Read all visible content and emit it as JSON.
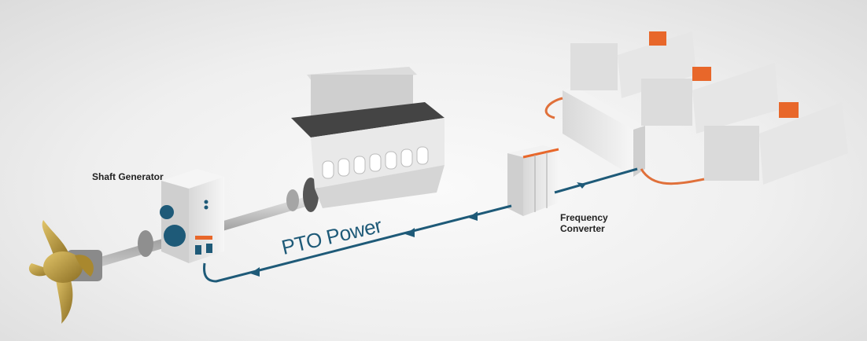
{
  "labels": {
    "shaft_generator": "Shaft Generator",
    "pto_power": "PTO Power",
    "frequency_converter_line1": "Frequency",
    "frequency_converter_line2": "Converter"
  },
  "colors": {
    "cable_blue": "#1e5a78",
    "cable_orange": "#e0703a",
    "accent_orange": "#e8672a",
    "propeller_gold": "#b8973a"
  }
}
